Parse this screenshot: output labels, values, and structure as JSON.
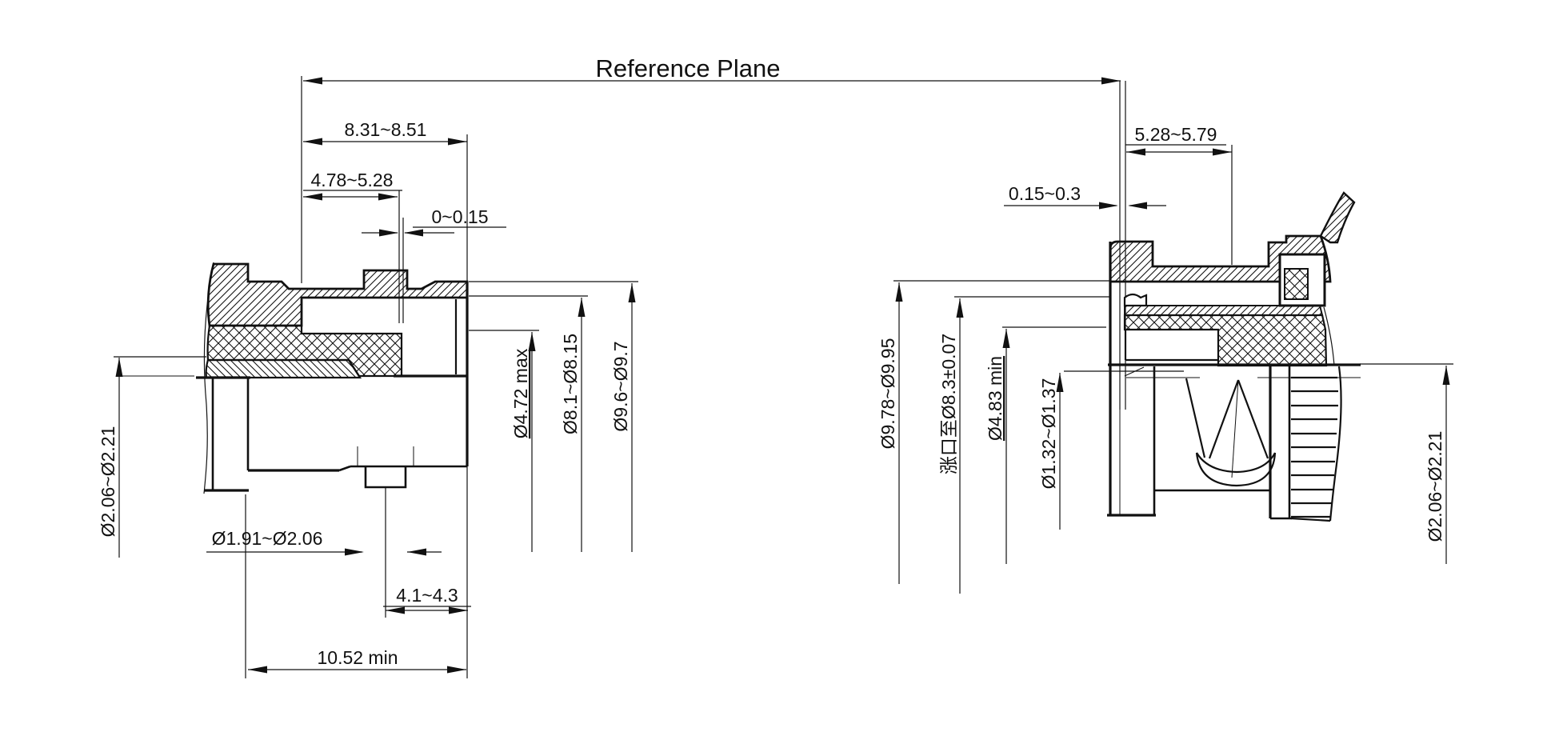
{
  "title": "Reference Plane",
  "colors": {
    "line": "#111111",
    "bg": "#ffffff"
  },
  "left_view": {
    "label": "plug-connector-section-view",
    "dims": {
      "len_overall_top": "8.31~8.51",
      "len_mid": "4.78~5.28",
      "gap": "0~0.15",
      "dia_bore": "Ø4.72 max",
      "dia_inner": "Ø8.1~Ø8.15",
      "dia_flange": "Ø9.6~Ø9.7",
      "dia_cable": "Ø2.06~Ø2.21",
      "dia_pin": "Ø1.91~Ø2.06",
      "len_pin": "4.1~4.3",
      "len_overall": "10.52 min"
    }
  },
  "right_view": {
    "label": "jack-connector-section-view",
    "dims": {
      "len_top": "5.28~5.79",
      "gap": "0.15~0.3",
      "dia_outer": "Ø9.78~Ø9.95",
      "dia_flare": "涨口至Ø8.3±0.07",
      "dia_bore": "Ø4.83 min",
      "dia_pin_hole": "Ø1.32~Ø1.37",
      "dia_cable": "Ø2.06~Ø2.21"
    }
  }
}
